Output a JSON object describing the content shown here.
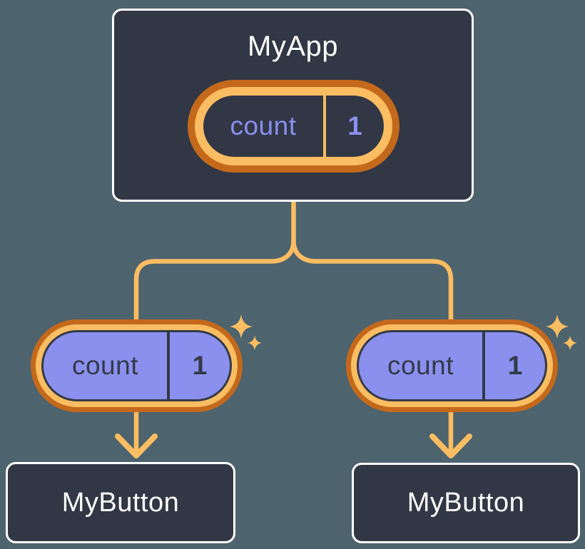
{
  "colors": {
    "background": "#4D636E",
    "node_fill": "#313744",
    "node_border": "#FFFFFF",
    "node_label_text": "#FFFFFF",
    "connector_orange": "#FABD62",
    "pill_outer_ring_orange": "#C4691B",
    "pill_inner_ring_orange": "#FABD62",
    "state_pill_fill_purple": "#8B90EE",
    "state_text_periwinkle": "#8A8FF0",
    "dark_slate_text": "#333A47"
  },
  "icons": {
    "sparkle_icon": "✦",
    "arrow_down_icon": "↓"
  },
  "tree": {
    "root": {
      "label": "MyApp",
      "state": {
        "name": "count",
        "value": "1"
      }
    },
    "children": [
      {
        "label": "MyButton",
        "state": {
          "name": "count",
          "value": "1"
        }
      },
      {
        "label": "MyButton",
        "state": {
          "name": "count",
          "value": "1"
        }
      }
    ]
  }
}
